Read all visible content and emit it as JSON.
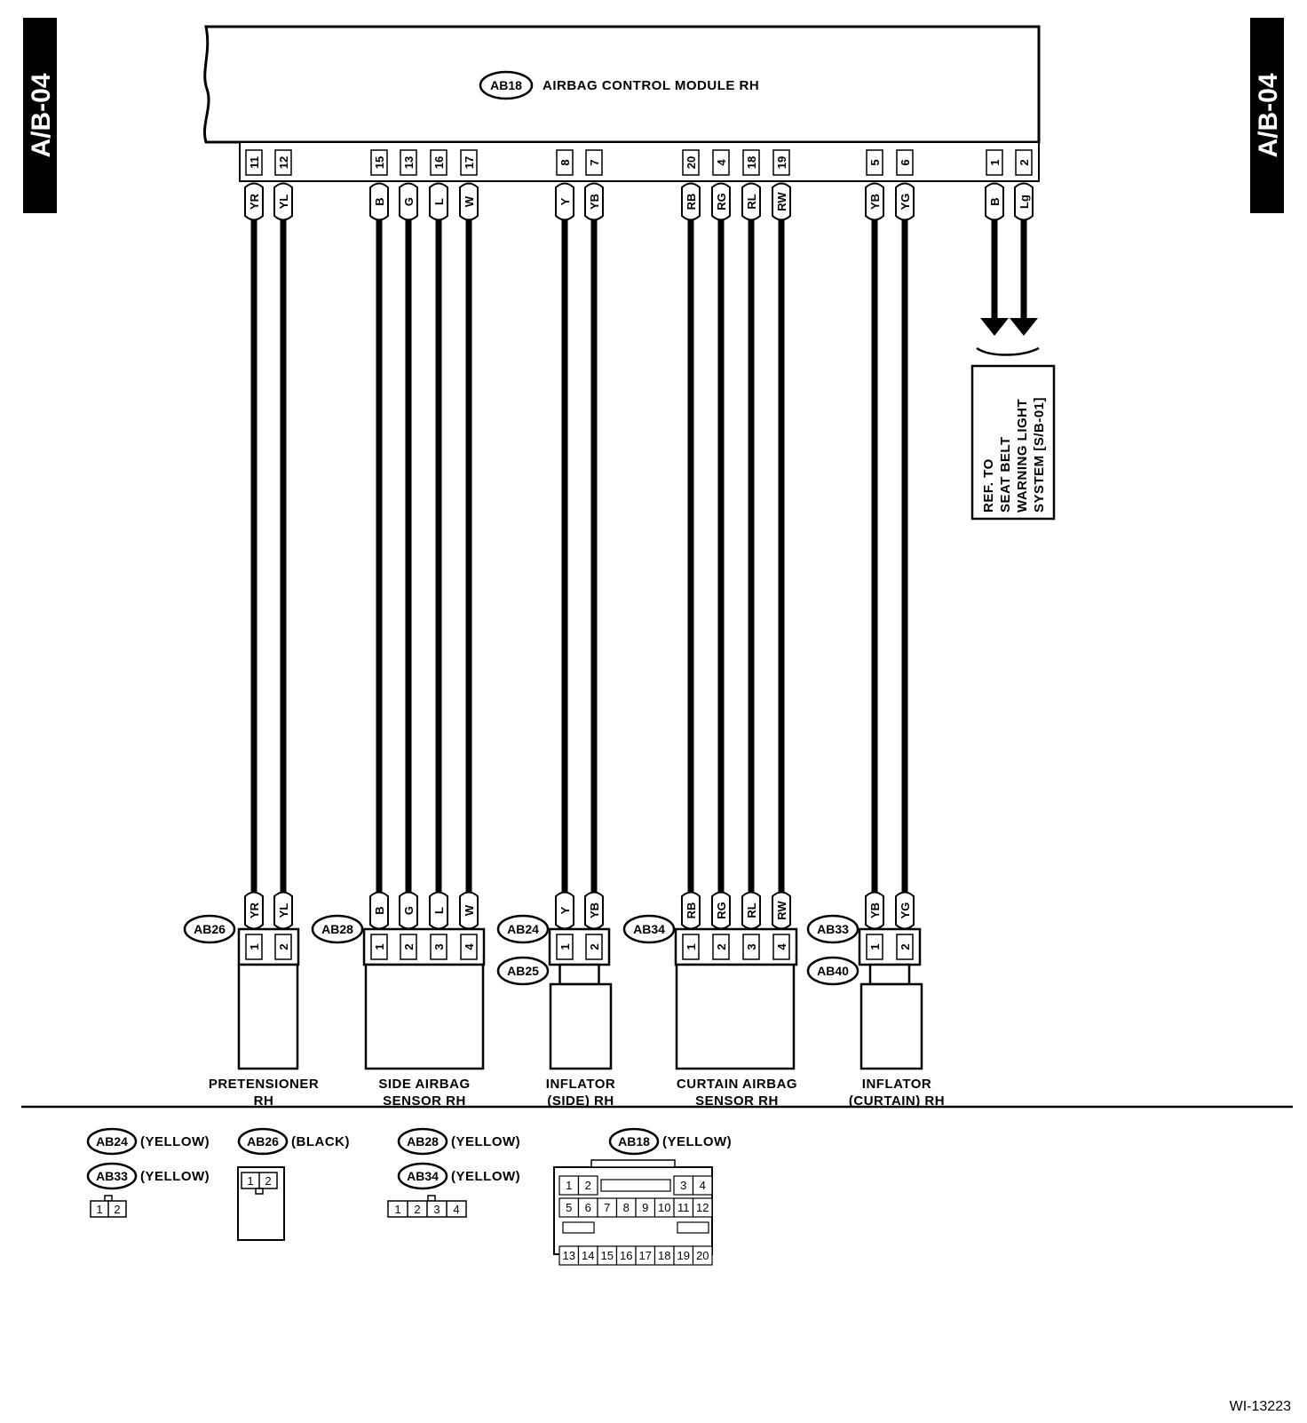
{
  "page_tag": "A/B-04",
  "module": {
    "connector": "AB18",
    "name": "AIRBAG CONTROL MODULE RH"
  },
  "groups": [
    {
      "id": "pretensioner",
      "connector": "AB26",
      "connector2": "",
      "label_lines": [
        "PRETENSIONER",
        "RH"
      ],
      "top_pins": [
        "11",
        "12"
      ],
      "wires": [
        "YR",
        "YL"
      ],
      "bottom_pins": [
        "1",
        "2"
      ]
    },
    {
      "id": "side-airbag-sensor",
      "connector": "AB28",
      "connector2": "",
      "label_lines": [
        "SIDE AIRBAG",
        "SENSOR RH"
      ],
      "top_pins": [
        "15",
        "13",
        "16",
        "17"
      ],
      "wires": [
        "B",
        "G",
        "L",
        "W"
      ],
      "bottom_pins": [
        "1",
        "2",
        "3",
        "4"
      ]
    },
    {
      "id": "inflator-side",
      "connector": "AB24",
      "connector2": "AB25",
      "label_lines": [
        "INFLATOR",
        "(SIDE) RH"
      ],
      "top_pins": [
        "8",
        "7"
      ],
      "wires": [
        "Y",
        "YB"
      ],
      "bottom_pins": [
        "1",
        "2"
      ]
    },
    {
      "id": "curtain-airbag-sensor",
      "connector": "AB34",
      "connector2": "",
      "label_lines": [
        "CURTAIN AIRBAG",
        "SENSOR RH"
      ],
      "top_pins": [
        "20",
        "4",
        "18",
        "19"
      ],
      "wires": [
        "RB",
        "RG",
        "RL",
        "RW"
      ],
      "bottom_pins": [
        "1",
        "2",
        "3",
        "4"
      ]
    },
    {
      "id": "inflator-curtain",
      "connector": "AB33",
      "connector2": "AB40",
      "label_lines": [
        "INFLATOR",
        "(CURTAIN) RH"
      ],
      "top_pins": [
        "5",
        "6"
      ],
      "wires": [
        "YB",
        "YG"
      ],
      "bottom_pins": [
        "1",
        "2"
      ]
    },
    {
      "id": "seat-belt",
      "connector": "",
      "connector2": "",
      "label_lines": [],
      "top_pins": [
        "1",
        "2"
      ],
      "wires": [
        "B",
        "Lg"
      ],
      "bottom_pins": []
    }
  ],
  "reference": {
    "lines": [
      "REF. TO",
      "SEAT BELT",
      "WARNING LIGHT",
      "SYSTEM [S/B-01]"
    ]
  },
  "connector_legend": [
    {
      "ids": [
        "AB24",
        "AB33"
      ],
      "colors": [
        "(YELLOW)",
        "(YELLOW)"
      ],
      "pins": [
        "1",
        "2"
      ]
    },
    {
      "ids": [
        "AB26"
      ],
      "colors": [
        "(BLACK)"
      ],
      "pins": [
        "1",
        "2"
      ]
    },
    {
      "ids": [
        "AB28",
        "AB34"
      ],
      "colors": [
        "(YELLOW)",
        "(YELLOW)"
      ],
      "pins": [
        "1",
        "2",
        "3",
        "4"
      ]
    },
    {
      "ids": [
        "AB18"
      ],
      "colors": [
        "(YELLOW)"
      ],
      "rows": [
        [
          "1",
          "2",
          "3",
          "4"
        ],
        [
          "5",
          "6",
          "7",
          "8",
          "9",
          "10",
          "11",
          "12"
        ],
        [
          "13",
          "14",
          "15",
          "16",
          "17",
          "18",
          "19",
          "20"
        ]
      ]
    }
  ],
  "figure_id": "WI-13223"
}
